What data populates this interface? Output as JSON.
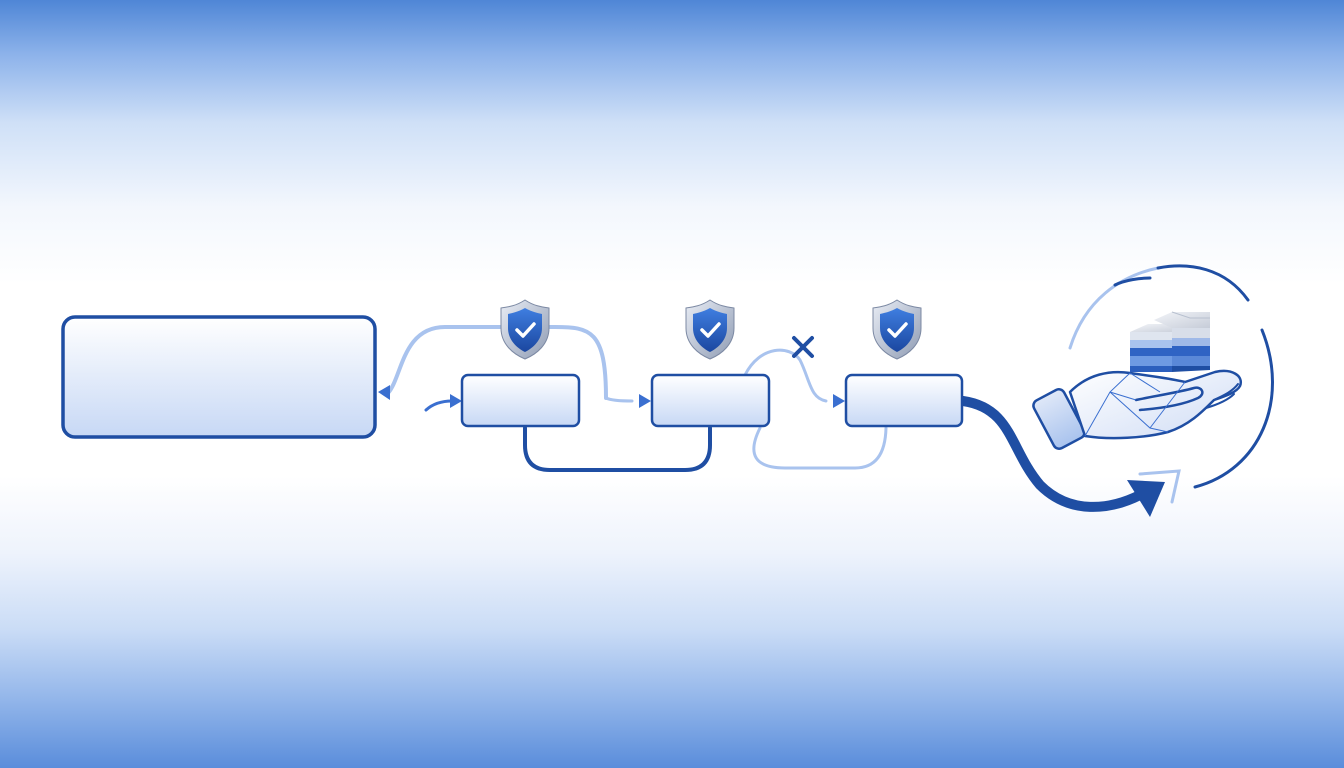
{
  "diagram": {
    "colors": {
      "dark": "#1f4ea3",
      "mid": "#3a6fd0",
      "light": "#a9c3ee",
      "box_fill_top": "#ffffff",
      "box_fill_bottom": "#c7d8f5"
    },
    "nodes": [
      {
        "id": "source-container",
        "text": ""
      },
      {
        "id": "step-1",
        "text": ""
      },
      {
        "id": "step-2",
        "text": ""
      },
      {
        "id": "step-3",
        "text": ""
      },
      {
        "id": "delivery",
        "text": ""
      }
    ],
    "badges": [
      {
        "icon": "shield-check-icon",
        "step": "step-1"
      },
      {
        "icon": "shield-check-icon",
        "step": "step-2"
      },
      {
        "icon": "shield-check-icon",
        "step": "step-3"
      }
    ],
    "marks": [
      {
        "icon": "x-mark-icon",
        "between": [
          "step-2",
          "step-3"
        ]
      }
    ],
    "destination_icon": "hand-holding-data-stack-icon"
  }
}
